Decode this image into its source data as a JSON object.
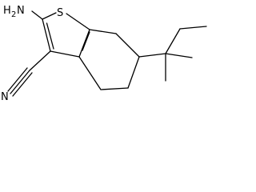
{
  "molecule": {
    "atom_labels": {
      "amine_h": "H",
      "amine_sub": "2",
      "amine_n": "N",
      "sulfur": "S",
      "nitrile_n": "N"
    },
    "colors": {
      "bond": "#000000",
      "text": "#000000",
      "background": "#ffffff"
    }
  }
}
